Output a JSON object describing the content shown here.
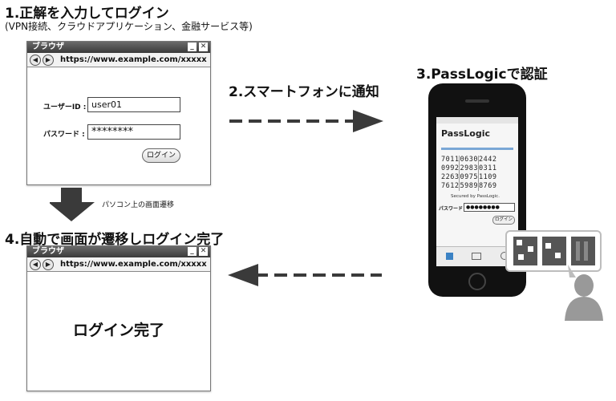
{
  "step1": {
    "title": "1.正解を入力してログイン",
    "subtitle": "(VPN接続、クラウドアプリケーション、金融サービス等)"
  },
  "browser_login": {
    "title": "ブラウザ",
    "url": "https://www.example.com/xxxxx",
    "userid_label": "ユーザーID :",
    "userid_value": "user01",
    "password_label": "パスワード :",
    "password_value": "********",
    "login_button": "ログイン"
  },
  "step2": {
    "title": "2.スマートフォンに通知"
  },
  "step3": {
    "title": "3.PassLogicで認証"
  },
  "phone": {
    "logo": "PassLogic",
    "matrix_rows": [
      [
        "7011",
        "0630",
        "2442"
      ],
      [
        "0992",
        "2983",
        "0311"
      ],
      [
        "2263",
        "0975",
        "1109"
      ],
      [
        "7612",
        "5989",
        "8769"
      ]
    ],
    "secured_text": "Secured by PassLogic.",
    "password_label": "パスワード :",
    "password_value": "●●●●●●●●",
    "login_button": "ログイン"
  },
  "pc_caption": "パソコン上の画面遷移",
  "step4": {
    "title": "4.自動で画面が遷移しログイン完了"
  },
  "browser_done": {
    "title": "ブラウザ",
    "url": "https://www.example.com/xxxxx",
    "message": "ログイン完了"
  },
  "colors": {
    "arrow": "#3a3a3a",
    "dashes": "#3a3a3a",
    "titlebar": "#4a4a4a"
  }
}
